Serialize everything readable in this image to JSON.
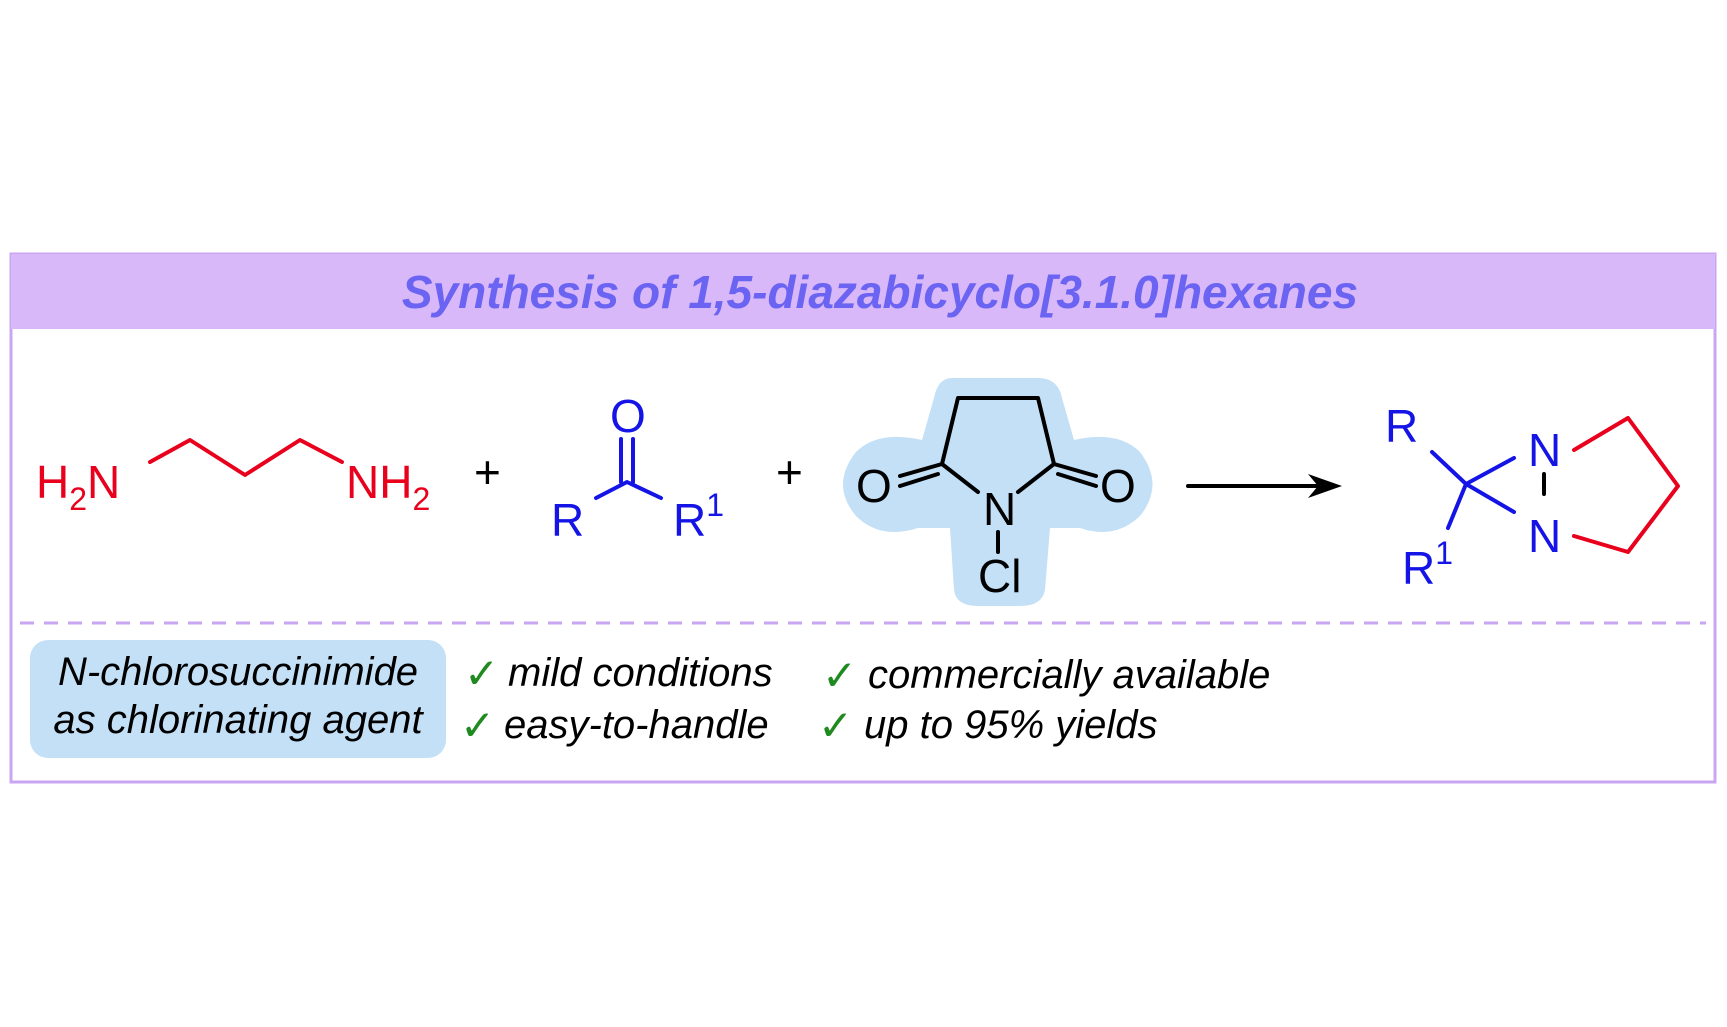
{
  "title": "Synthesis of 1,5-diazabicyclo[3.1.0]hexanes",
  "plus_sign": "+",
  "diamine": {
    "left_amine": {
      "main": "H",
      "sub": "2",
      "rest": "N"
    },
    "right_amine": {
      "main": "NH",
      "sub": "2"
    }
  },
  "ketone": {
    "oxygen": "O",
    "r": "R",
    "r1": "R",
    "r1_sup": "1"
  },
  "ncs": {
    "o_left": "O",
    "o_right": "O",
    "n": "N",
    "cl": "Cl"
  },
  "product": {
    "r": "R",
    "r1": "R",
    "r1_sup": "1",
    "n_top": "N",
    "n_bottom": "N"
  },
  "highlight_label": [
    "N-chlorosuccinimide",
    "as chlorinating agent"
  ],
  "features": [
    "mild conditions",
    "commercially available",
    "easy-to-handle",
    "up to 95% yields"
  ],
  "check_glyph": "✓",
  "colors": {
    "header_bg": "#d8b8f8",
    "frame": "#c9a6f2",
    "title": "#6b63f2",
    "highlight": "#c4e0f7",
    "amine_red": "#e8001c",
    "carbonyl_blue": "#1414e6",
    "check_green": "#1f8a1f"
  }
}
